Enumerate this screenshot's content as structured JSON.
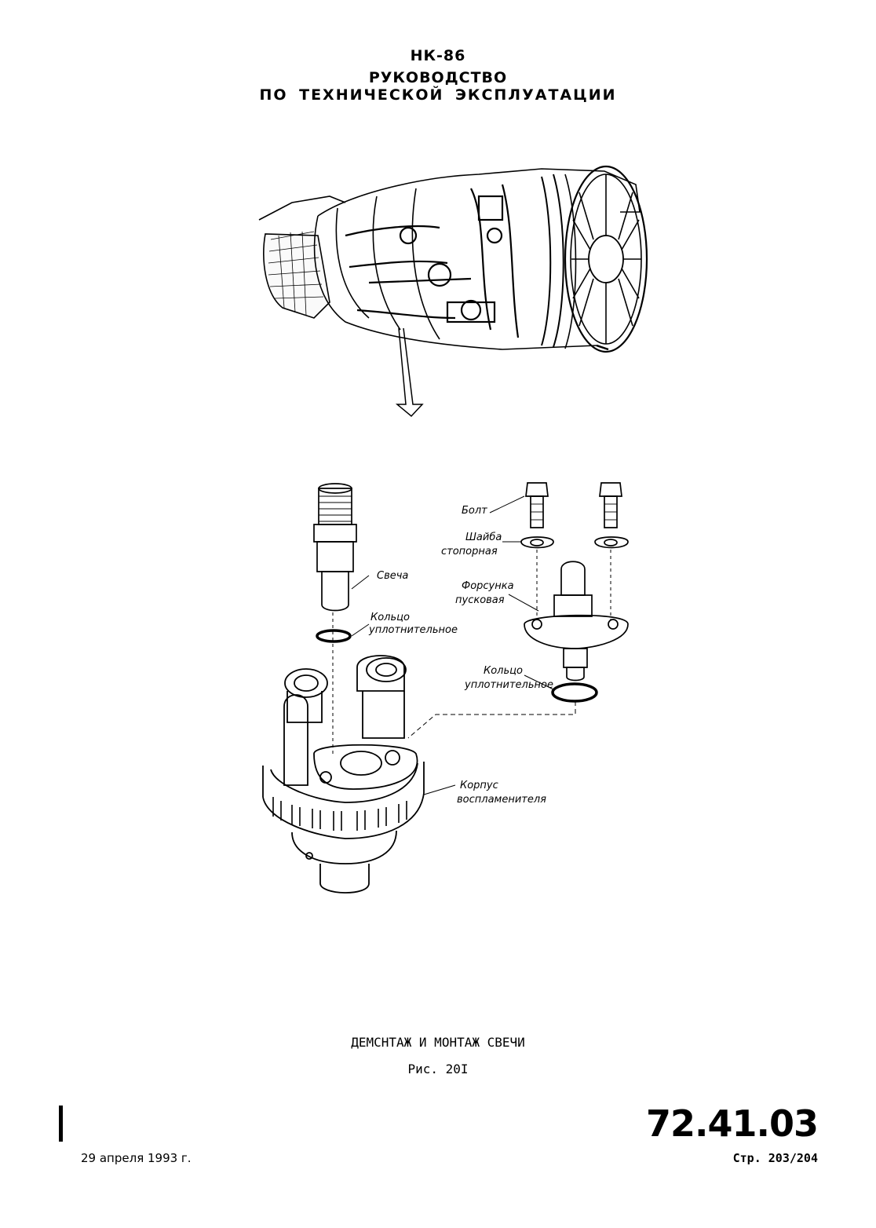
{
  "header": {
    "model": "НК-86",
    "title_line1": "РУКОВОДСТВО",
    "title_line2": "ПО ТЕХНИЧЕСКОЙ ЭКСПЛУАТАЦИИ"
  },
  "figure": {
    "labels": {
      "bolt": "Болт",
      "washer_1": "Шайба",
      "washer_2": "стопорная",
      "plug": "Свеча",
      "injector_1": "Форсунка",
      "injector_2": "пусковая",
      "ring_left_1": "Кольцо",
      "ring_left_2": "уплотнительное",
      "ring_right_1": "Кольцо",
      "ring_right_2": "уплотнительное",
      "housing_1": "Корпус",
      "housing_2": "воспламенителя"
    },
    "caption": "ДЕМСНТАЖ И МОНТАЖ СВЕЧИ",
    "number": "Рис. 20I"
  },
  "footer": {
    "doc_number": "72.41.03",
    "date": "29 апреля 1993 г.",
    "page": "Стр. 203/204"
  }
}
